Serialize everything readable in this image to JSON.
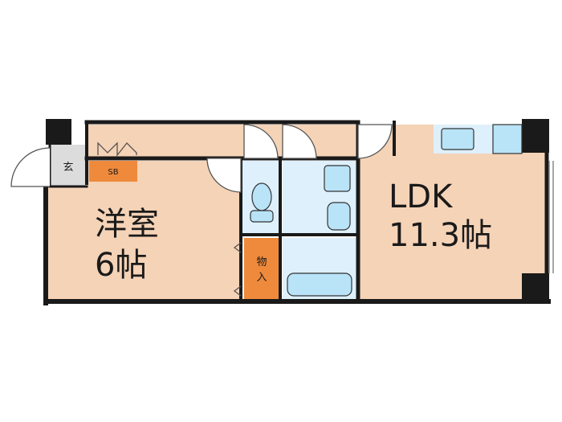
{
  "rooms": {
    "western": {
      "name": "洋室",
      "size": "6帖"
    },
    "ldk": {
      "name": "LDK",
      "size": "11.3帖"
    },
    "entrance": {
      "label": "玄"
    },
    "shoe_box": {
      "label": "SB"
    },
    "storage": {
      "label": "物入"
    }
  },
  "colors": {
    "floor": "#f5d3b7",
    "wet_area": "#def0fb",
    "fixture": "#b9e3f7",
    "storage": "#ef8a3c",
    "wall": "#1a1a1a",
    "entrance_floor": "#dcdcdc"
  }
}
